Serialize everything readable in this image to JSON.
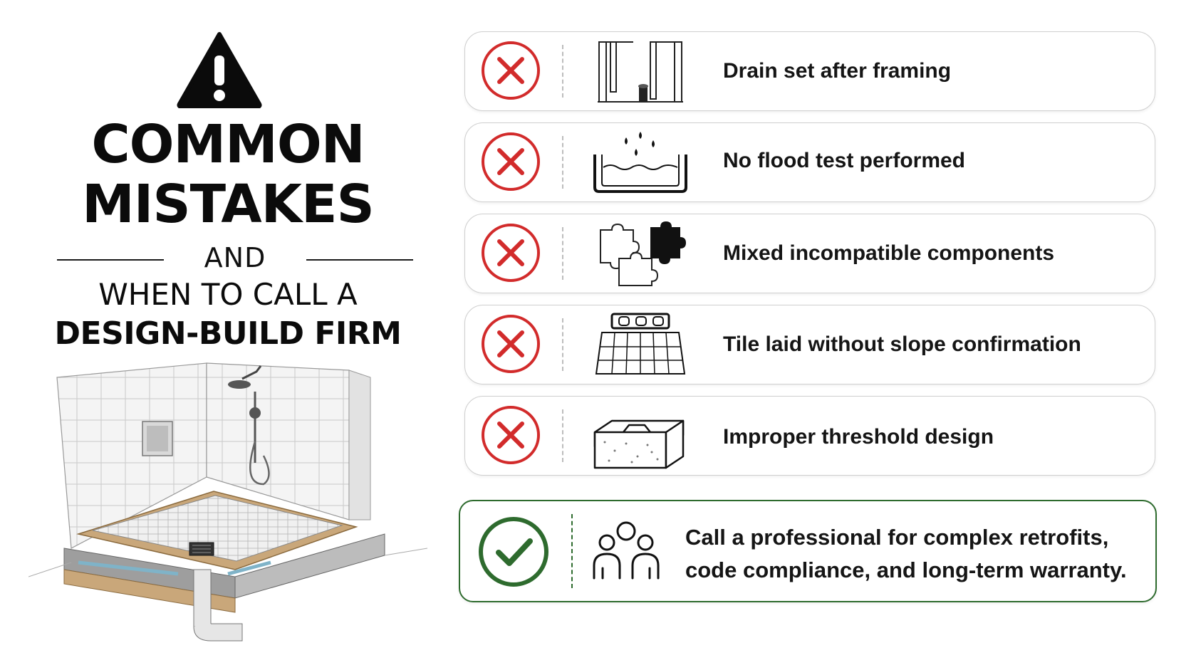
{
  "title": {
    "line1": "COMMON",
    "line2": "MISTAKES",
    "and": "AND",
    "line3": "WHEN TO CALL A",
    "line4": "DESIGN-BUILD FIRM"
  },
  "mistakes": [
    {
      "label": "Drain set after framing",
      "icon": "framing-drain-icon"
    },
    {
      "label": "No flood test performed",
      "icon": "flood-test-icon"
    },
    {
      "label": "Mixed incompatible components",
      "icon": "puzzle-pieces-icon"
    },
    {
      "label": "Tile laid without slope confirmation",
      "icon": "level-tile-icon"
    },
    {
      "label": "Improper threshold design",
      "icon": "threshold-icon"
    }
  ],
  "recommendation": {
    "line1": "Call a professional for complex retrofits,",
    "line2": "code compliance, and long-term warranty.",
    "icon": "professionals-icon"
  },
  "colors": {
    "error_red": "#d22b2b",
    "success_green": "#2e6b2e",
    "border_gray": "#cfcfcf"
  }
}
